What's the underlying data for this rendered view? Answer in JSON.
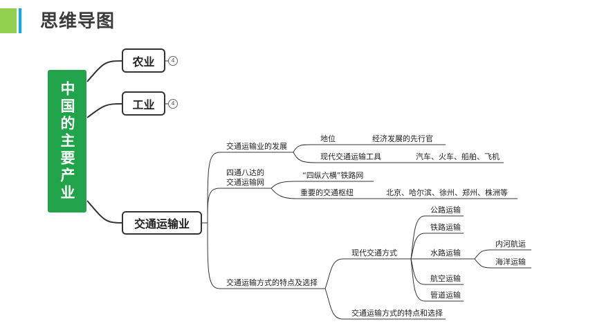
{
  "title": "思维导图",
  "colors": {
    "accent_green": "#92d050",
    "accent_blue": "#00b0f0",
    "root_fill": "#21a34a"
  },
  "root": {
    "label": "中国的主要产业"
  },
  "branches": {
    "agriculture": {
      "label": "农业",
      "badge": "4"
    },
    "industry": {
      "label": "工业",
      "badge": "4"
    },
    "transport": {
      "label": "交通运输业"
    }
  },
  "transport": {
    "development": {
      "label": "交通运输业的发展",
      "status": {
        "label": "地位",
        "value": "经济发展的先行官"
      },
      "tools": {
        "label": "现代交通运输工具",
        "value": "汽车、火车、船舶、飞机"
      }
    },
    "network": {
      "label_line1": "四通八达的",
      "label_line2": "交通运输网",
      "railway": "“四纵六横”铁路网",
      "hubs": {
        "label": "重要的交通枢纽",
        "value": "北京、哈尔滨、徐州、郑州、株洲等"
      }
    },
    "modes": {
      "label": "交通运输方式的特点及选择",
      "modern": {
        "label": "现代交通方式",
        "road": "公路运输",
        "rail": "铁路运输",
        "water": {
          "label": "水路运输",
          "inland": "内河航运",
          "ocean": "海洋运输"
        },
        "air": "航空运输",
        "pipeline": "管道运输"
      },
      "choice": "交通运输方式的特点和选择"
    }
  }
}
